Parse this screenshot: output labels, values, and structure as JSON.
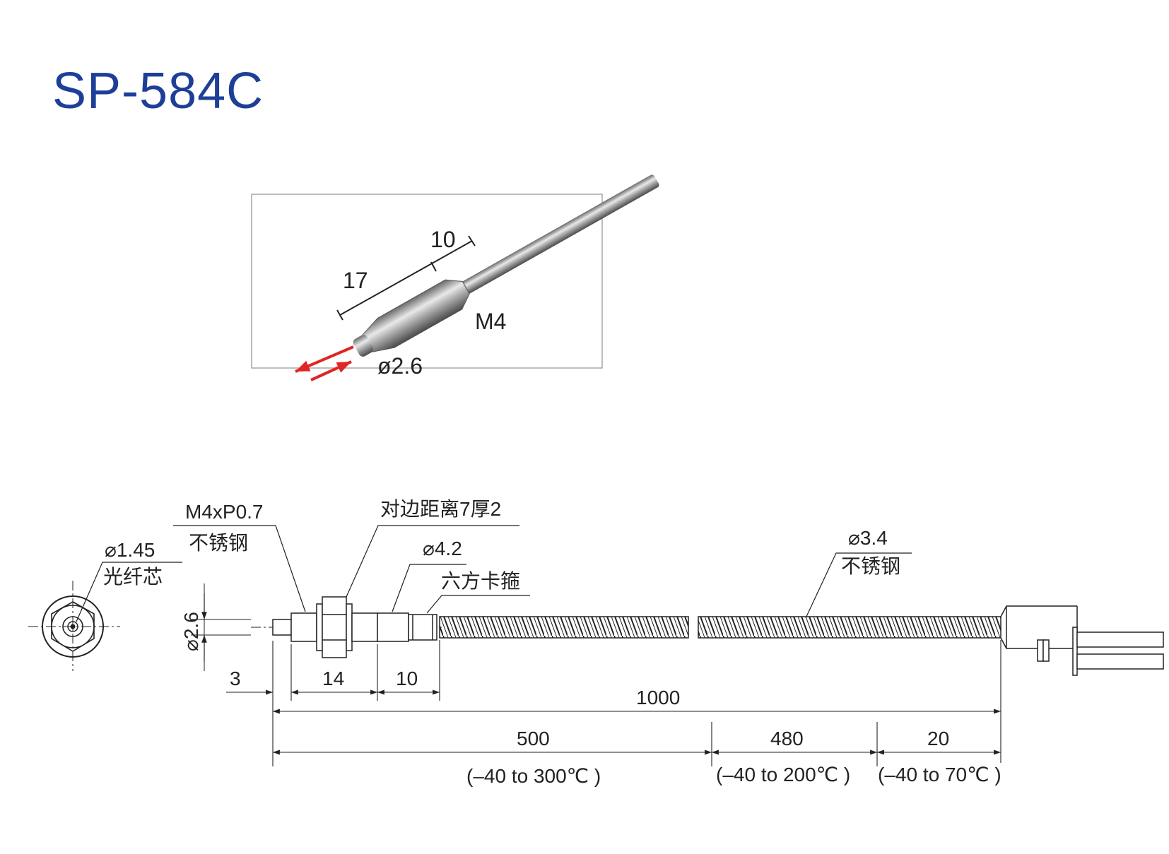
{
  "title": "SP-584C",
  "photo": {
    "dim_17": "17",
    "dim_10": "10",
    "thread": "M4",
    "tip_dia": "ø2.6",
    "arrow_color": "#e02525"
  },
  "drawing": {
    "core_dia": "⌀1.45",
    "core_label": "光纤芯",
    "thread_spec": "M4xP0.7",
    "thread_material": "不锈钢",
    "nut_spec": "对边距离7厚2",
    "ferrule_dia": "⌀4.2",
    "clamp_label": "六方卡箍",
    "tube_dia": "⌀3.4",
    "tube_material": "不锈钢",
    "tip_dia": "⌀2.6",
    "dim_3": "3",
    "dim_14": "14",
    "dim_10": "10",
    "dim_total": "1000",
    "dim_500": "500",
    "dim_480": "480",
    "dim_20": "20",
    "temp_500": "(–40 to 300℃ )",
    "temp_480": "(–40 to 200℃ )",
    "temp_20": "(–40 to 70℃ )"
  }
}
